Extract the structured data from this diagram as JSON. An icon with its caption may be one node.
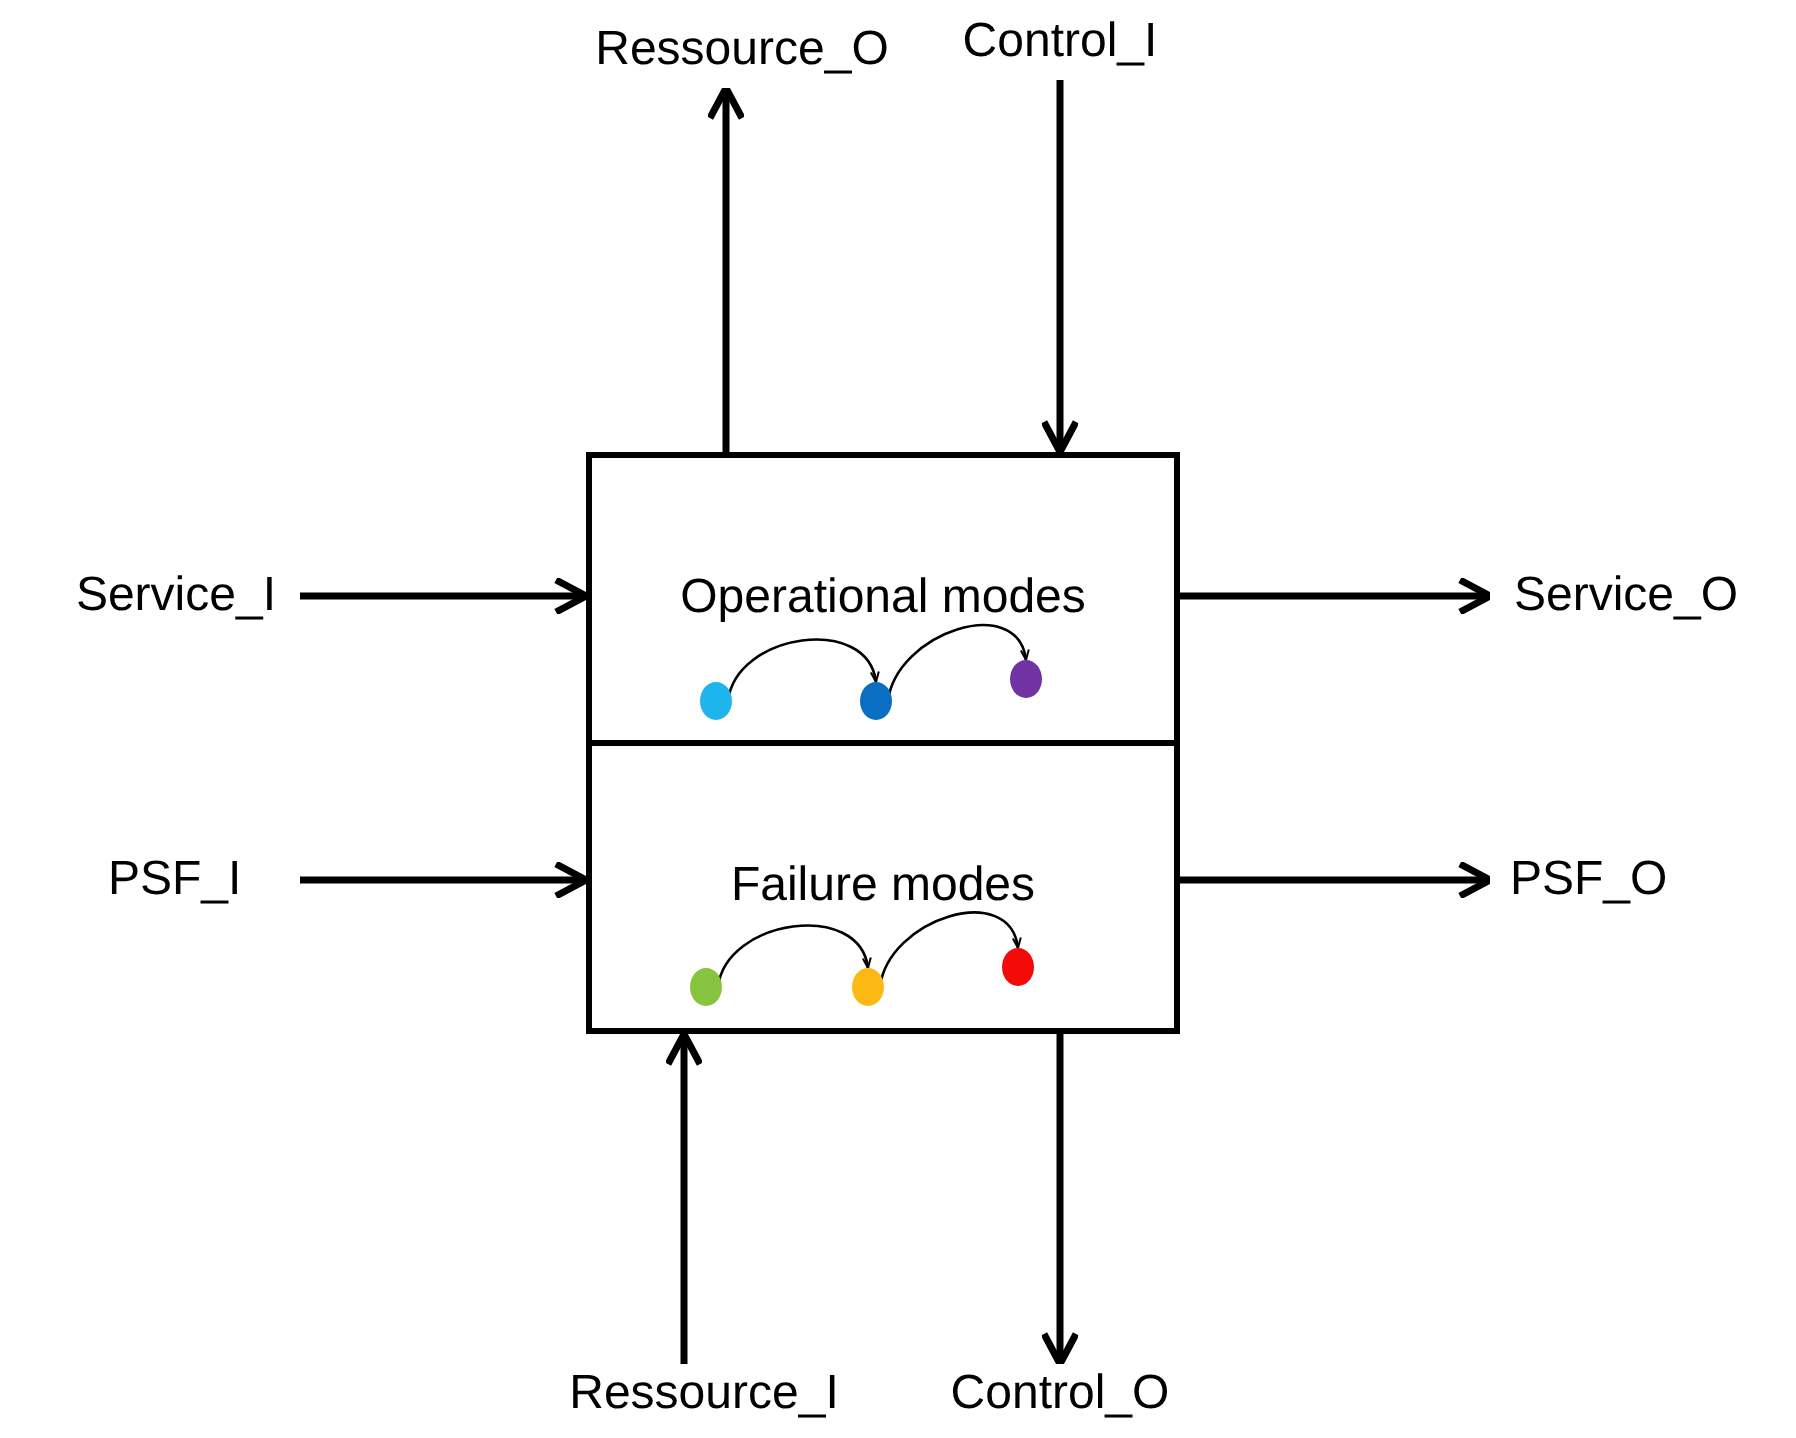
{
  "diagram": {
    "nodes": [
      {
        "text": [
          "Ressource_O"
        ]
      },
      {
        "text": [
          "Control_I"
        ]
      },
      {
        "text": [
          "Service_I"
        ]
      },
      {
        "text": [
          "Operational modes"
        ]
      },
      {
        "text": [],
        "shape": "circle",
        "in": 3
      },
      {
        "text": [],
        "shape": "circle",
        "in": 3
      },
      {
        "text": [],
        "shape": "circle",
        "in": 3
      },
      {
        "text": [
          "Service_O"
        ]
      },
      {
        "text": [
          "PSF_I"
        ]
      },
      {
        "text": [
          "Failure modes"
        ]
      },
      {
        "text": [],
        "shape": "circle",
        "in": 9
      },
      {
        "text": [],
        "shape": "circle",
        "in": 9
      },
      {
        "text": [],
        "shape": "circle",
        "in": 9
      },
      {
        "text": [
          "PSF_O"
        ]
      },
      {
        "text": [
          "Ressource_I"
        ]
      },
      {
        "text": [
          "Control_O"
        ]
      }
    ],
    "edges": [
      {
        "from": 3,
        "to": 0,
        "arrow": "to"
      },
      {
        "from": 1,
        "to": 3,
        "arrow": "to"
      },
      {
        "from": 2,
        "to": 3,
        "arrow": "to"
      },
      {
        "from": 3,
        "to": 7,
        "arrow": "to"
      },
      {
        "from": 4,
        "to": 5,
        "arrow": "to"
      },
      {
        "from": 5,
        "to": 6,
        "arrow": "to"
      },
      {
        "from": 8,
        "to": 9,
        "arrow": "to"
      },
      {
        "from": 9,
        "to": 13,
        "arrow": "to"
      },
      {
        "from": 10,
        "to": 11,
        "arrow": "to"
      },
      {
        "from": 11,
        "to": 12,
        "arrow": "to"
      },
      {
        "from": 14,
        "to": 9,
        "arrow": "to"
      },
      {
        "from": 9,
        "to": 15,
        "arrow": "to"
      }
    ]
  }
}
